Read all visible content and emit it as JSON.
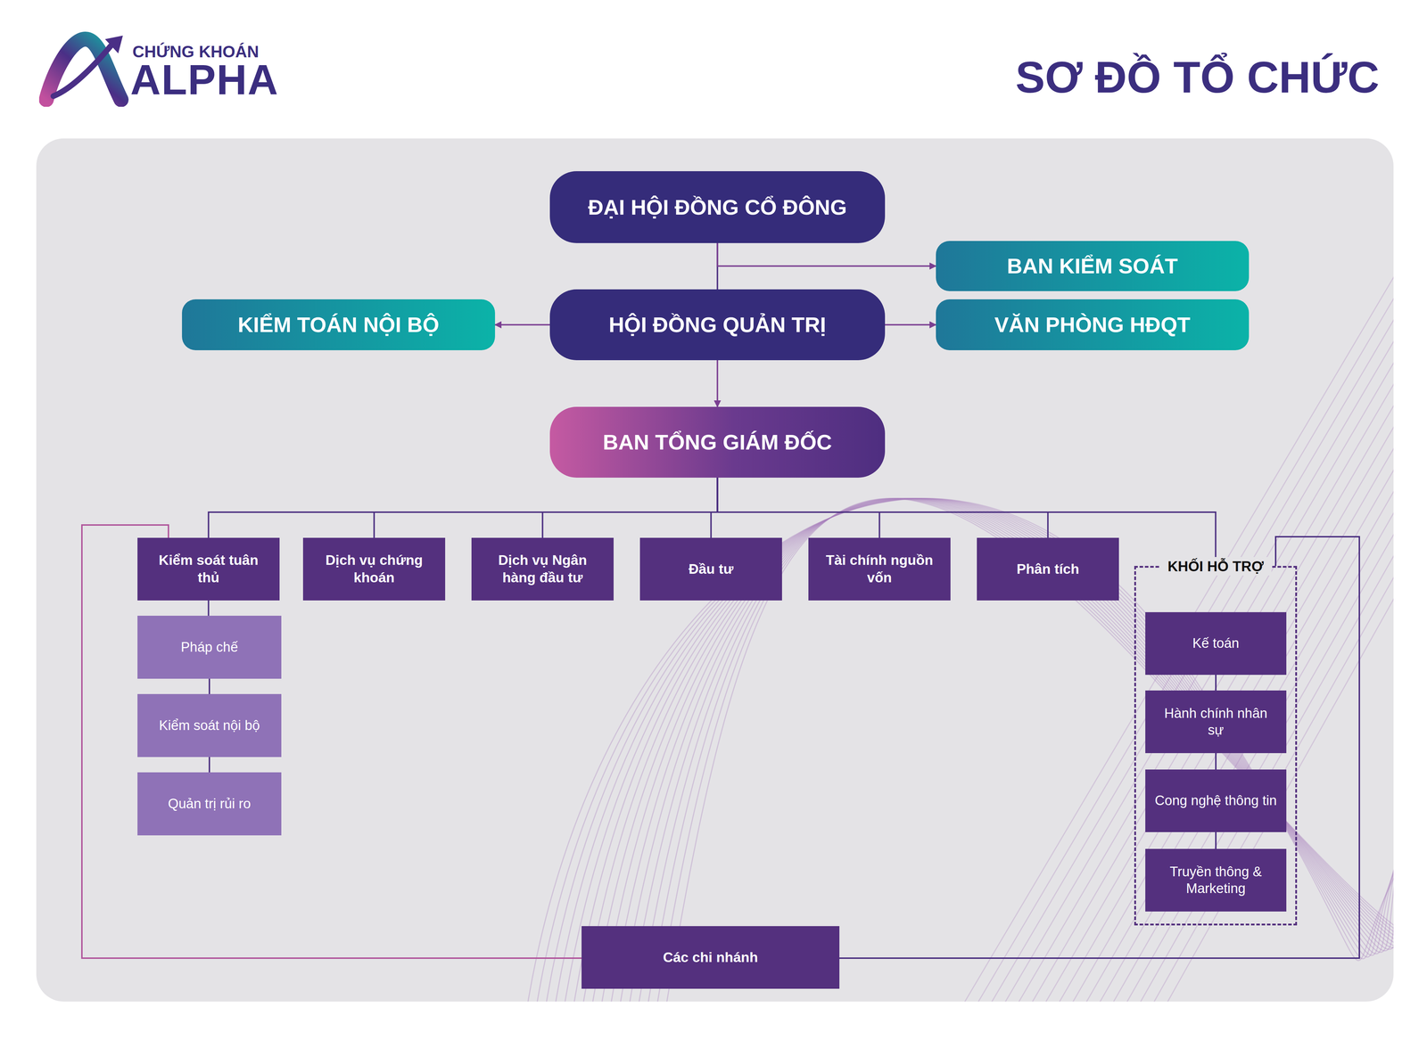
{
  "diagram": {
    "title": "SƠ ĐỒ TỔ CHỨC",
    "nodes": [
      {
        "text": [
          "ĐẠI HỘI ĐỒNG CỔ ĐÔNG"
        ]
      },
      {
        "text": [
          "BAN KIỂM SOÁT"
        ]
      },
      {
        "text": [
          "KIỂM TOÁN NỘI BỘ"
        ]
      },
      {
        "text": [
          "HỘI ĐỒNG QUẢN TRỊ"
        ]
      },
      {
        "text": [
          "VĂN PHÒNG HĐQT"
        ]
      },
      {
        "text": [
          "BAN TỔNG GIÁM ĐỐC"
        ]
      },
      {
        "text": [
          "Kiểm soát tuân thủ"
        ]
      },
      {
        "text": [
          "Dịch vụ chứng khoán"
        ]
      },
      {
        "text": [
          "Dịch vụ Ngân hàng đầu tư"
        ]
      },
      {
        "text": [
          "Đầu tư"
        ]
      },
      {
        "text": [
          "Tài chính nguồn vốn"
        ]
      },
      {
        "text": [
          "Phân tích"
        ]
      },
      {
        "text": [
          "KHỐI HỖ TRỢ"
        ]
      },
      {
        "text": [
          "Pháp chế"
        ]
      },
      {
        "text": [
          "Kiểm soát nội bộ"
        ]
      },
      {
        "text": [
          "Quản trị rủi ro"
        ]
      },
      {
        "text": [
          "Kế toán"
        ],
        "in": 12
      },
      {
        "text": [
          "Hành chính nhân sự"
        ],
        "in": 12
      },
      {
        "text": [
          "Cong nghệ thông tin"
        ],
        "in": 12
      },
      {
        "text": [
          "Truyền thông & Marketing"
        ],
        "in": 12
      },
      {
        "text": [
          "Các chi nhánh"
        ]
      }
    ],
    "edges": [
      {
        "from": 0,
        "to": 3,
        "arrow": "none"
      },
      {
        "from": 0,
        "to": 1,
        "arrow": "to"
      },
      {
        "from": 3,
        "to": 2,
        "arrow": "to"
      },
      {
        "from": 3,
        "to": 4,
        "arrow": "to"
      },
      {
        "from": 3,
        "to": 5,
        "arrow": "to"
      },
      {
        "from": 5,
        "to": 6,
        "arrow": "none"
      },
      {
        "from": 5,
        "to": 7,
        "arrow": "none"
      },
      {
        "from": 5,
        "to": 8,
        "arrow": "none"
      },
      {
        "from": 5,
        "to": 9,
        "arrow": "none"
      },
      {
        "from": 5,
        "to": 10,
        "arrow": "none"
      },
      {
        "from": 5,
        "to": 11,
        "arrow": "none"
      },
      {
        "from": 5,
        "to": 12,
        "arrow": "none"
      },
      {
        "from": 6,
        "to": 13,
        "arrow": "none"
      },
      {
        "from": 13,
        "to": 14,
        "arrow": "none"
      },
      {
        "from": 14,
        "to": 15,
        "arrow": "none"
      },
      {
        "from": 16,
        "to": 17,
        "arrow": "none"
      },
      {
        "from": 17,
        "to": 18,
        "arrow": "none"
      },
      {
        "from": 18,
        "to": 19,
        "arrow": "none"
      },
      {
        "from": 6,
        "to": 20,
        "arrow": "none"
      },
      {
        "from": 12,
        "to": 20,
        "arrow": "none"
      }
    ],
    "labels": [
      "CHỨNG KHOÁN",
      "ALPHA"
    ]
  }
}
